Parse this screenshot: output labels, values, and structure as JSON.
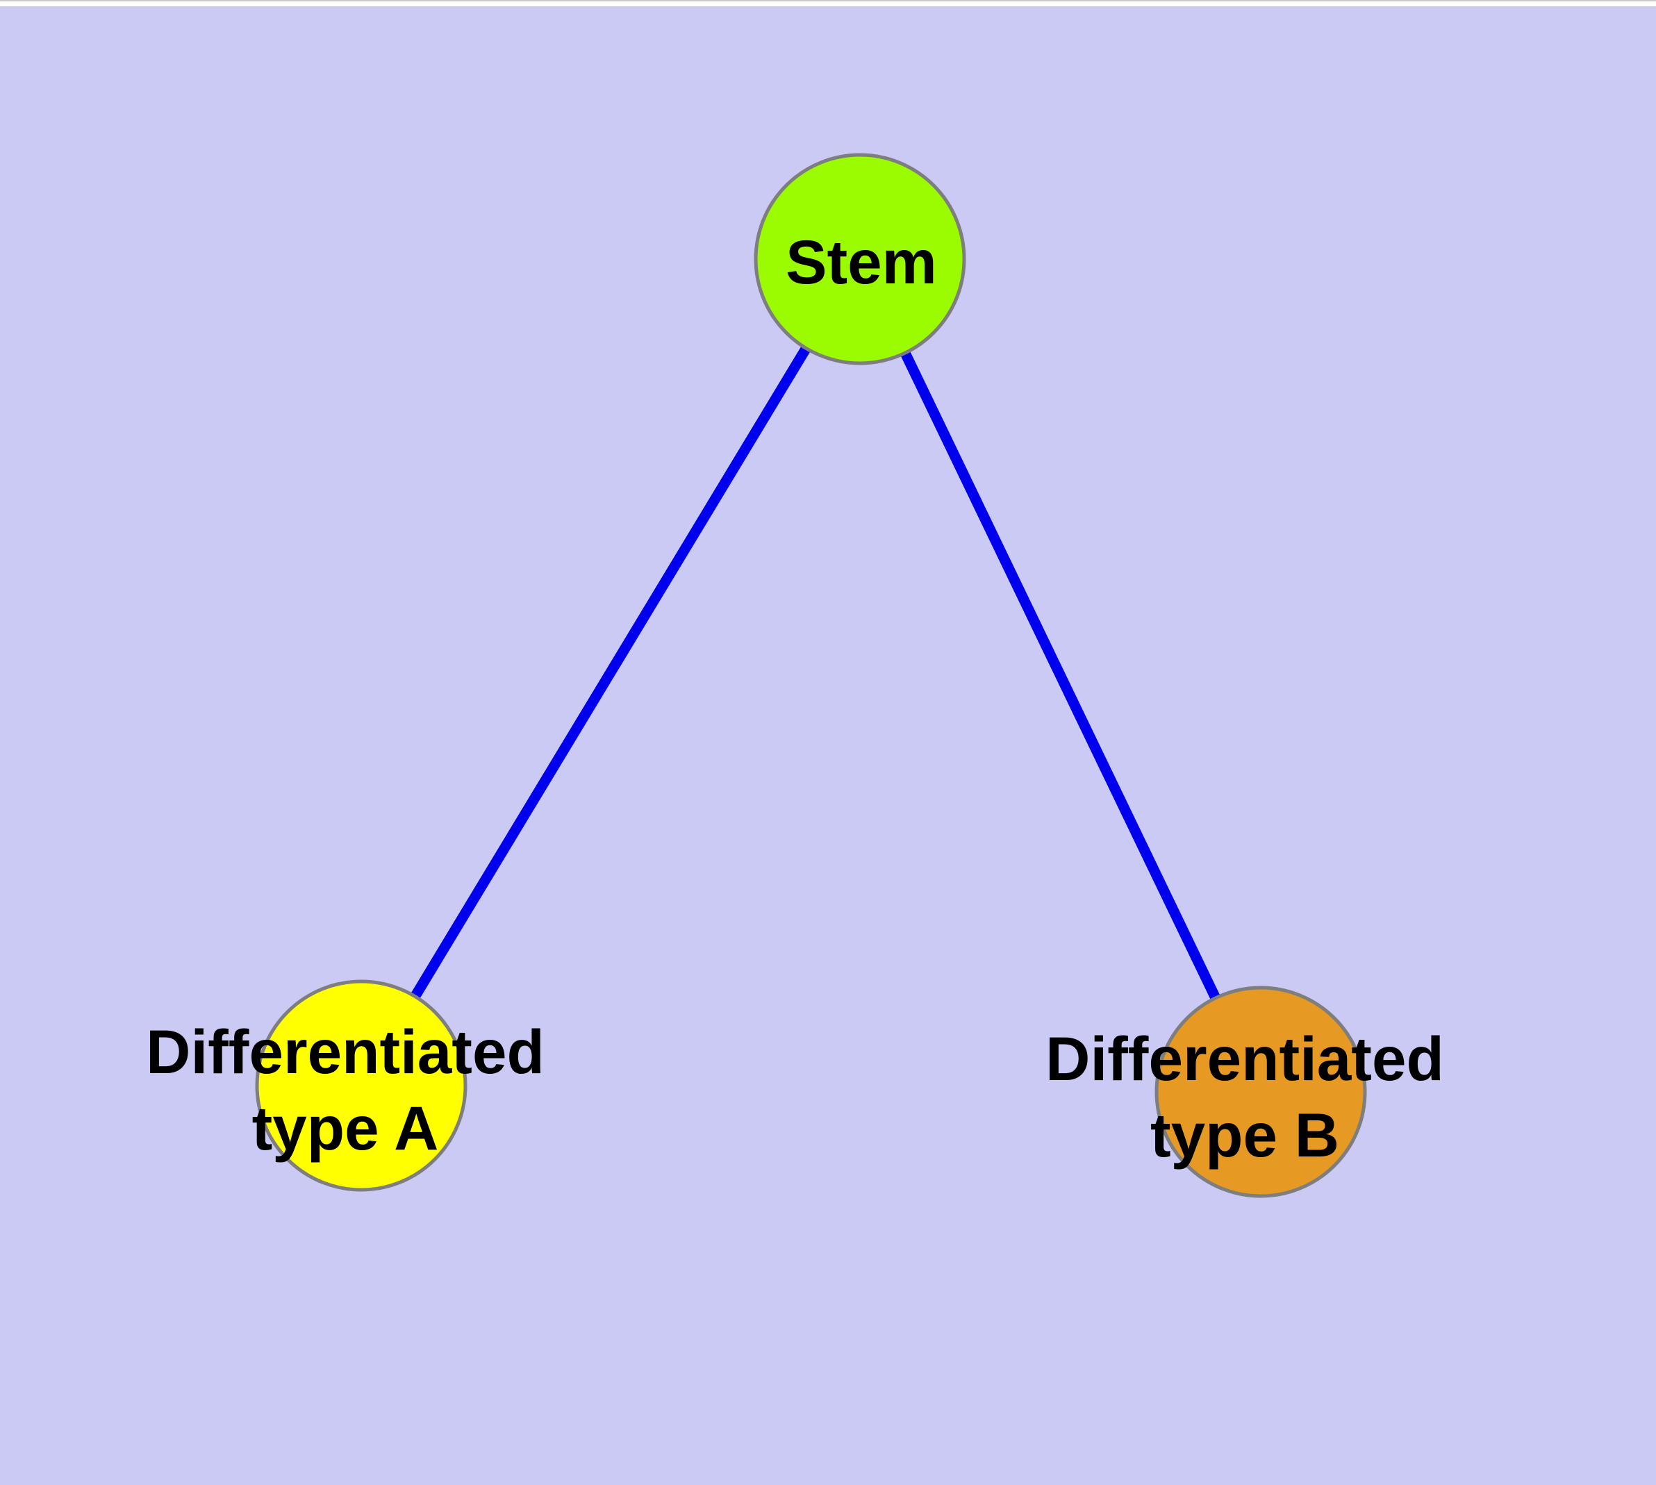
{
  "figure": {
    "description": "Undirected graph of stem cell differentiation: a stem node linked to two differentiated cell type nodes",
    "background_color": "#cacaf4",
    "top_hairline_color": "#c9c9c9",
    "top_margin_color": "#ffffff"
  },
  "graph": {
    "label_color": "#000000",
    "edge_style": {
      "color": "#0000ee"
    },
    "nodes": {
      "stem": {
        "label": "Stem",
        "fill_color": "#9bfb00",
        "border_color": "#7e7e7e"
      },
      "type_a": {
        "label": "Differentiated type A",
        "label_line1": "Differentiated",
        "label_line2": "type A",
        "fill_color": "#ffff00",
        "border_color": "#7e7e7e"
      },
      "type_b": {
        "label": "Differentiated type B",
        "label_line1": "Differentiated",
        "label_line2": "type B",
        "fill_color": "#e69a23",
        "border_color": "#7e7e7e"
      }
    },
    "edges": [
      {
        "from": "Stem",
        "to": "Differentiated type A"
      },
      {
        "from": "Stem",
        "to": "Differentiated type B"
      }
    ]
  }
}
